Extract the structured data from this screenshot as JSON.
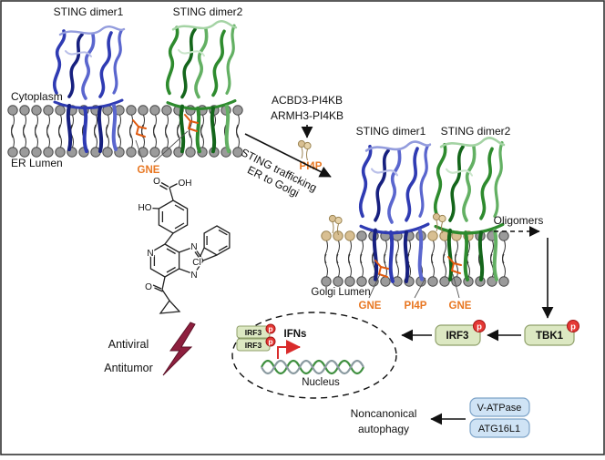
{
  "er_region": {
    "dimer1_label": "STING dimer1",
    "dimer2_label": "STING dimer2",
    "cytoplasm_label": "Cytoplasm",
    "er_lumen_label": "ER Lumen",
    "gne_label": "GNE"
  },
  "pi4k_complex": {
    "line1": "ACBD3-PI4KB",
    "line2": "ARMH3-PI4KB",
    "pi4p_label": "PI4P"
  },
  "trafficking": {
    "line1": "STING trafficking",
    "line2": "ER to Golgi"
  },
  "golgi_region": {
    "dimer1_label": "STING dimer1",
    "dimer2_label": "STING dimer2",
    "golgi_lumen_label": "Golgi Lumen",
    "gne_left_label": "GNE",
    "pi4p_label": "PI4P",
    "gne_right_label": "GNE",
    "oligomers_label": "Oligomers"
  },
  "signaling": {
    "tbk1_label": "TBK1",
    "irf3_label": "IRF3",
    "phospho_label": "p",
    "ifns_label": "IFNs",
    "nucleus_label": "Nucleus",
    "nuclear_irf3_top": "IRF3",
    "nuclear_irf3_bottom": "IRF3"
  },
  "outcomes": {
    "antiviral_label": "Antiviral",
    "antitumor_label": "Antitumor",
    "noncanonical_line1": "Noncanonical",
    "noncanonical_line2": "autophagy",
    "v_atpase_label": "V-ATPase",
    "atg16l1_label": "ATG16L1"
  },
  "chemical_structure": {
    "carbonyl_o": "O",
    "hydroxyl_oh": "OH",
    "ho": "HO",
    "n1": "N",
    "n2": "N",
    "n3": "N",
    "cl": "Cl",
    "ketone_o": "O"
  },
  "colors": {
    "orange_label": "#E87722",
    "green_box_fill": "#DCE8C2",
    "green_box_stroke": "#8FA06A",
    "blue_box_fill": "#CFE3F5",
    "blue_box_stroke": "#7DA3C8",
    "phospho_red": "#E53935",
    "bolt_red": "#8E1F3E"
  }
}
